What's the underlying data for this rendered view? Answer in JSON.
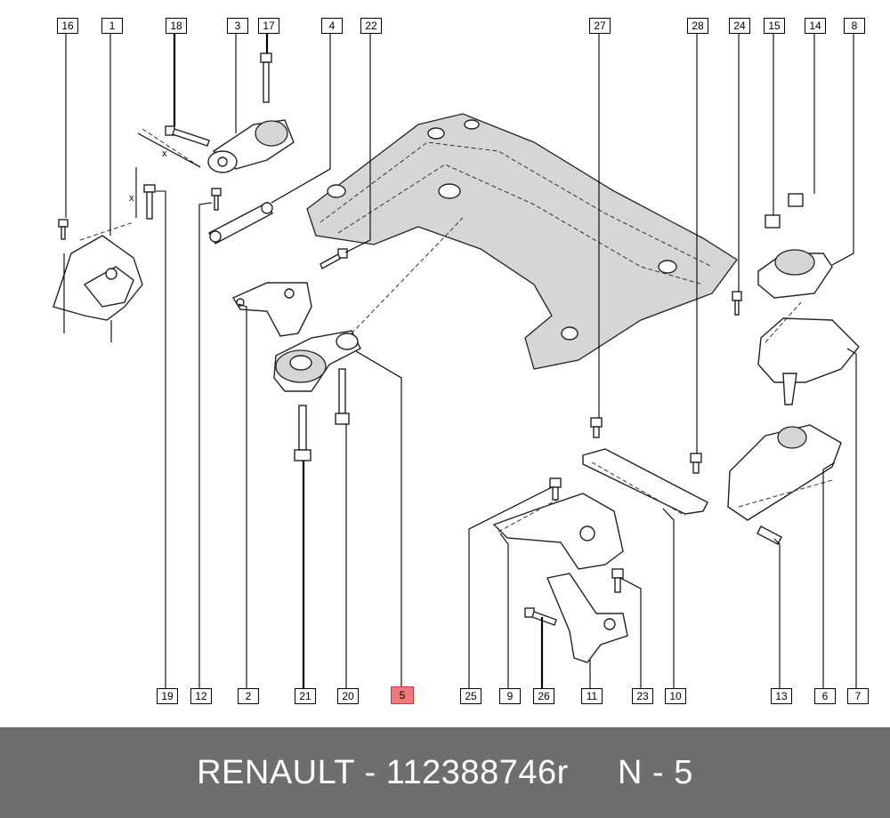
{
  "footer": {
    "brand": "RENAULT",
    "part_number": "112388746r",
    "position_label": "N - 5",
    "text": "RENAULT - 112388746r     N - 5"
  },
  "colors": {
    "highlight": "#f07a7a",
    "footer_background": "#6e6e6e",
    "footer_text": "#ffffff"
  },
  "callouts_top": [
    "16",
    "1",
    "18",
    "3",
    "17",
    "4",
    "22",
    "27",
    "28",
    "24",
    "15",
    "14",
    "8"
  ],
  "callouts_bottom": [
    "19",
    "12",
    "2",
    "21",
    "20",
    "5",
    "25",
    "9",
    "26",
    "11",
    "23",
    "10",
    "13",
    "6",
    "7"
  ],
  "highlighted_callout": "5",
  "dimension_marks": [
    "x",
    "x"
  ]
}
